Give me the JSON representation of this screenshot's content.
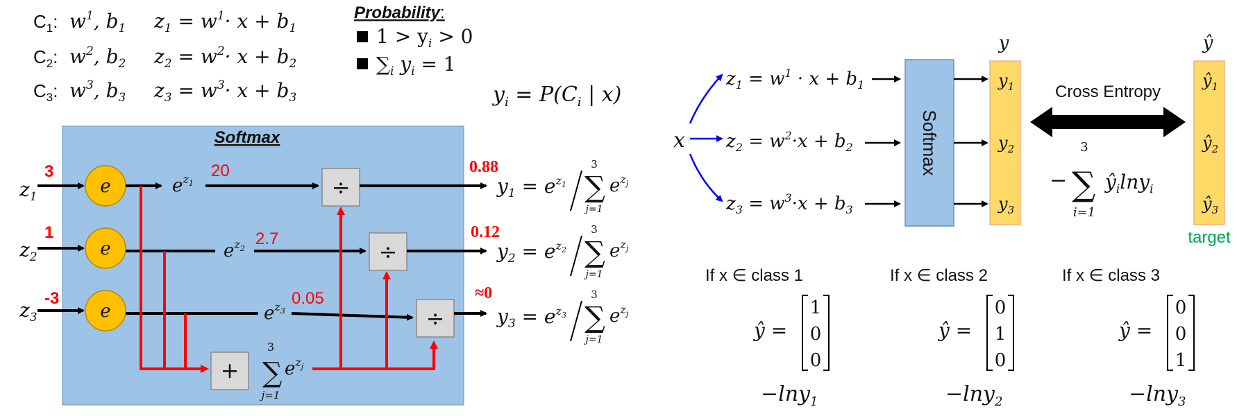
{
  "classes": {
    "rows": [
      {
        "label": "C",
        "sub": "1",
        "params": "w",
        "psup": "1",
        "pb": "b",
        "pbsub": "1",
        "eq_lhs": "z",
        "eq_sub": "1",
        "eq_rhs_w": "= w",
        "eq_rhs_sup": "1",
        "eq_rhs_tail": "· x + b",
        "eq_rhs_sub": "1"
      },
      {
        "label": "C",
        "sub": "2",
        "params": "w",
        "psup": "2",
        "pb": "b",
        "pbsub": "2",
        "eq_lhs": "z",
        "eq_sub": "2",
        "eq_rhs_w": "= w",
        "eq_rhs_sup": "2",
        "eq_rhs_tail": "· x + b",
        "eq_rhs_sub": "2"
      },
      {
        "label": "C",
        "sub": "3",
        "params": "w",
        "psup": "3",
        "pb": "b",
        "pbsub": "3",
        "eq_lhs": "z",
        "eq_sub": "3",
        "eq_rhs_w": "= w",
        "eq_rhs_sup": "3",
        "eq_rhs_tail": "· x + b",
        "eq_rhs_sub": "3"
      }
    ]
  },
  "probability": {
    "title": "Probability",
    "colon": ":",
    "bullet1": "1 > y",
    "bullet1_sub": "i",
    "bullet1_tail": " > 0",
    "bullet2_sum": "∑",
    "bullet2_sub": "i",
    "bullet2_tail": " y",
    "bullet2_tail_sub": "i",
    "bullet2_end": " = 1"
  },
  "posterior": {
    "lhs": "y",
    "lhs_sub": "i",
    "rhs": "= P(C",
    "rhs_sub": "i",
    "rhs_tail": " | x)"
  },
  "softmax_box": {
    "title": "Softmax",
    "inputs": [
      {
        "label": "z",
        "sub": "1",
        "value": "3",
        "exp_label": "e",
        "exp_sup": "z",
        "exp_sup_sub": "1",
        "exp_value": "20",
        "prob": "0.88",
        "out": "y",
        "out_sub": "1"
      },
      {
        "label": "z",
        "sub": "2",
        "value": "1",
        "exp_label": "e",
        "exp_sup": "z",
        "exp_sup_sub": "2",
        "exp_value": "2.7",
        "prob": "0.12",
        "out": "y",
        "out_sub": "2"
      },
      {
        "label": "z",
        "sub": "3",
        "value": "-3",
        "exp_label": "e",
        "exp_sup": "z",
        "exp_sup_sub": "3",
        "exp_value": "0.05",
        "prob": "≈0",
        "out": "y",
        "out_sub": "3"
      }
    ],
    "node_label": "e",
    "divide_symbol": "÷",
    "plus_symbol": "+",
    "sum_symbol": "∑",
    "sum_top": "3",
    "sum_bottom": "j=1",
    "sum_term": "e",
    "sum_term_sup": "z",
    "sum_term_sup_sub": "j",
    "output_eq": "= e",
    "output_sum_top": "3",
    "output_sum_bottom": "j=1"
  },
  "network": {
    "x_label": "x",
    "rows": [
      {
        "z": "z",
        "z_sub": "1",
        "eq": "= w",
        "w_sup": "1",
        "tail": " · x + b",
        "b_sub": "1",
        "y": "y",
        "y_sub": "1",
        "yhat": "ŷ",
        "yhat_sub": "1"
      },
      {
        "z": "z",
        "z_sub": "2",
        "eq": "= w",
        "w_sup": "2",
        "tail": "·x + b",
        "b_sub": "2",
        "y": "y",
        "y_sub": "2",
        "yhat": "ŷ",
        "yhat_sub": "2"
      },
      {
        "z": "z",
        "z_sub": "3",
        "eq": "= w",
        "w_sup": "3",
        "tail": "·x + b",
        "b_sub": "3",
        "y": "y",
        "y_sub": "3",
        "yhat": "ŷ",
        "yhat_sub": "3"
      }
    ],
    "softmax_label": "Softmax",
    "y_header": "y",
    "yhat_header": "ŷ",
    "cross_entropy_label": "Cross Entropy",
    "loss_minus": "−",
    "loss_sum": "∑",
    "loss_top": "3",
    "loss_bottom": "i=1",
    "loss_term": "ŷ",
    "loss_term_sub": "i",
    "loss_tail": "lny",
    "loss_tail_sub": "i",
    "target_label": "target"
  },
  "cases": [
    {
      "condition": "If x ∈ class 1",
      "lhs": "ŷ =",
      "vector": [
        "1",
        "0",
        "0"
      ],
      "loss": "−lny",
      "loss_sub": "1"
    },
    {
      "condition": "If x ∈ class 2",
      "lhs": "ŷ =",
      "vector": [
        "0",
        "1",
        "0"
      ],
      "loss": "−lny",
      "loss_sub": "2"
    },
    {
      "condition": "If x ∈ class 3",
      "lhs": "ŷ =",
      "vector": [
        "0",
        "0",
        "1"
      ],
      "loss": "−lny",
      "loss_sub": "3"
    }
  ],
  "colors": {
    "softmax_bg": "#9dc3e6",
    "node_fill": "#ffc000",
    "op_fill": "#d9d9d9",
    "yellow_box": "#ffd966",
    "red": "#ff0000",
    "blue": "#0000ff",
    "green": "#00a651"
  }
}
